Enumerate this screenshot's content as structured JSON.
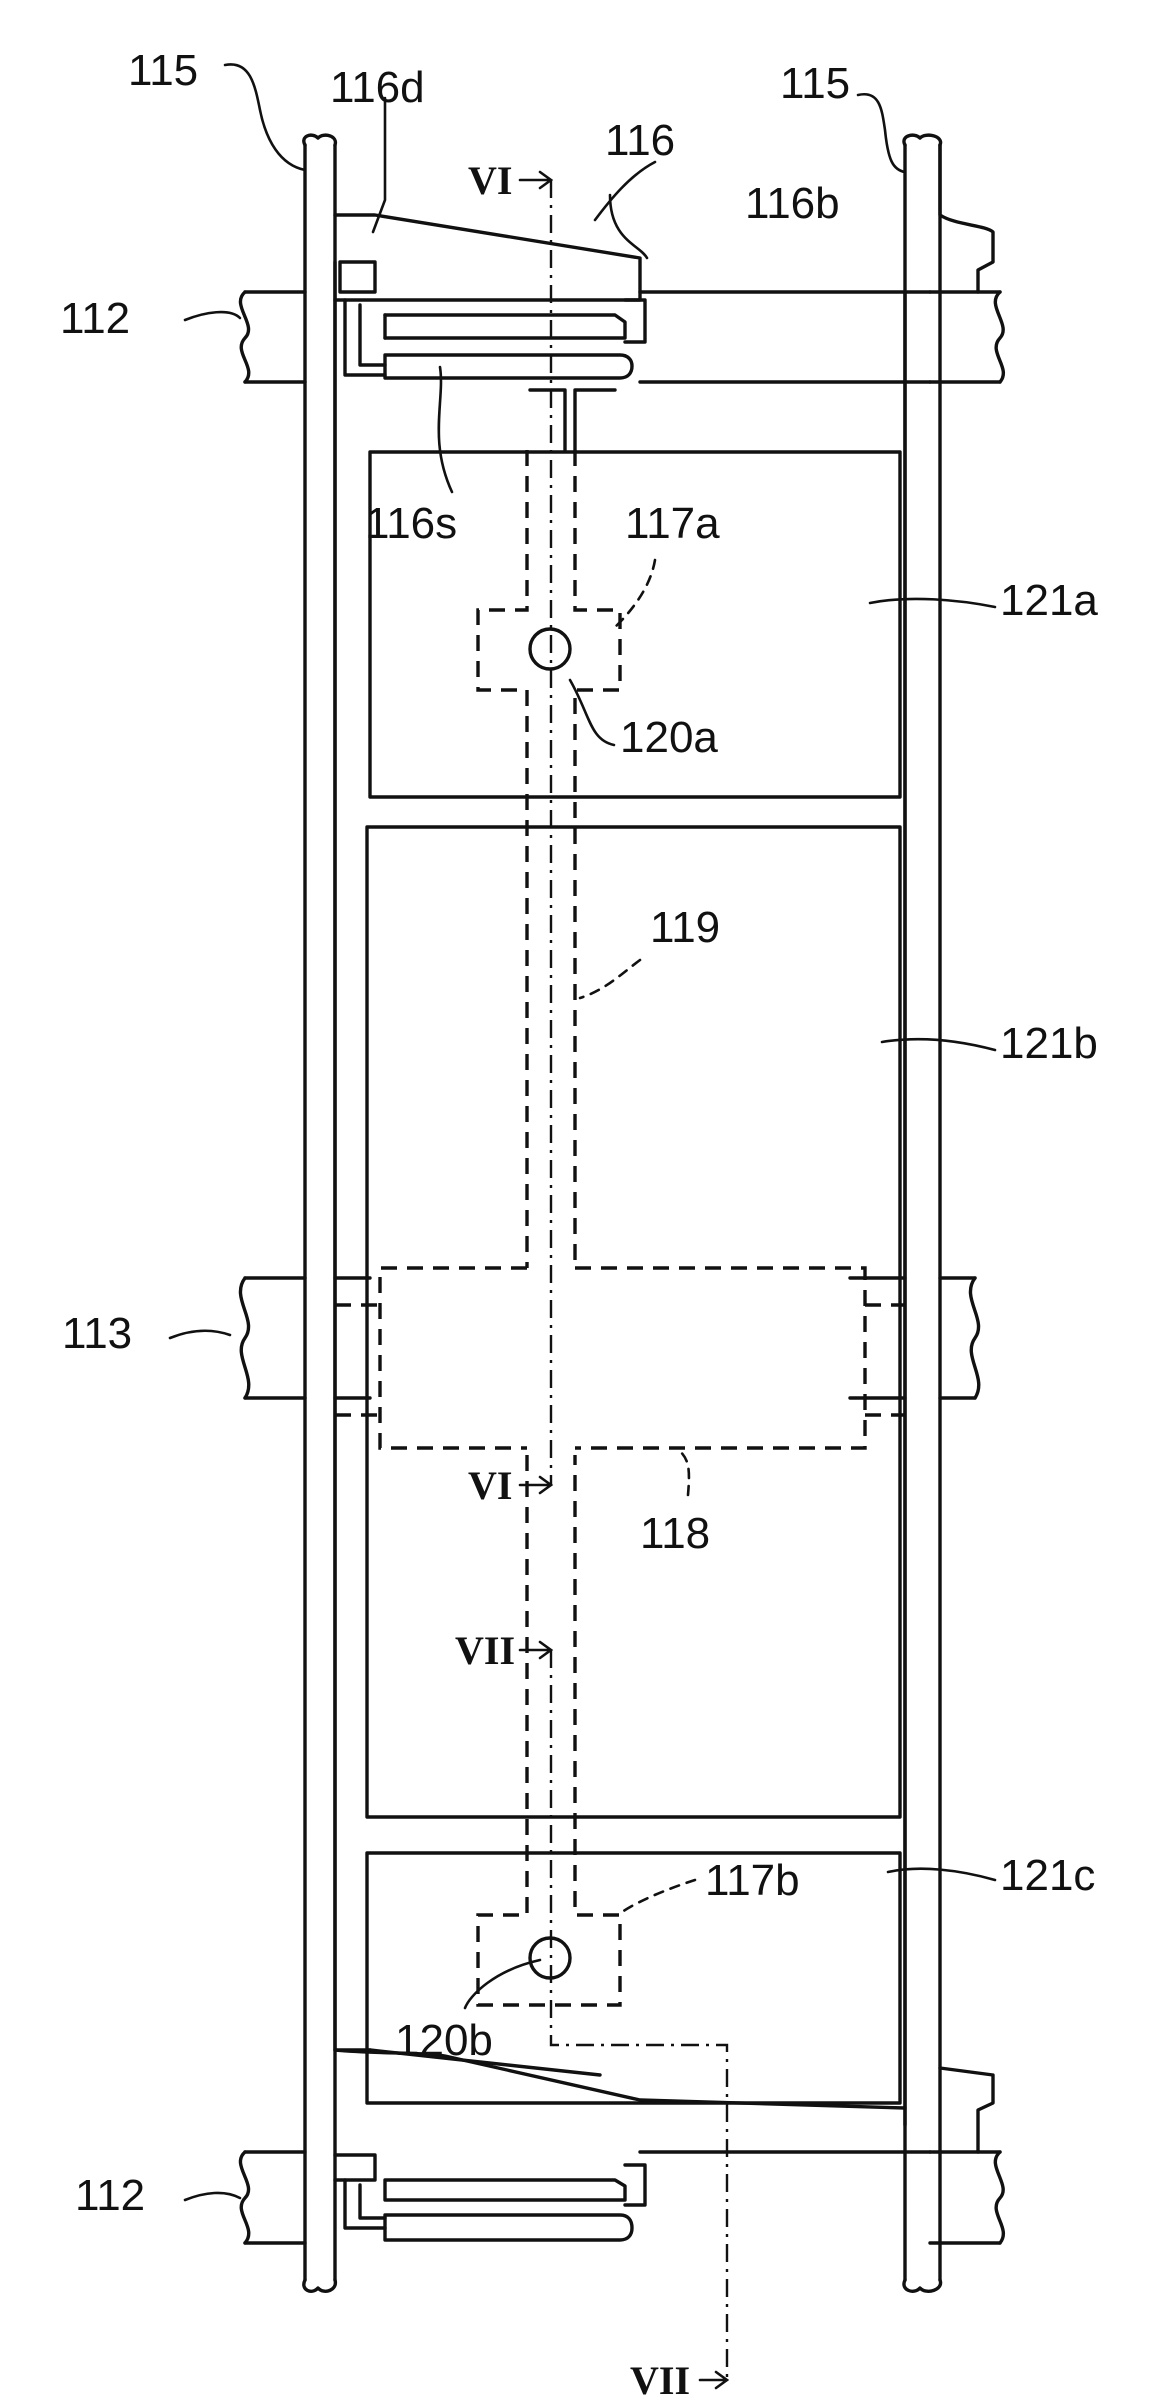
{
  "figure": {
    "labels": {
      "l115_left": "115",
      "l115_right": "115",
      "l116d": "116d",
      "l116": "116",
      "l116b": "116b",
      "l112_top": "112",
      "l116s": "116s",
      "l117a": "117a",
      "l121a": "121a",
      "l120a": "120a",
      "l119": "119",
      "l121b": "121b",
      "l113": "113",
      "l118": "118",
      "l121c": "121c",
      "l117b": "117b",
      "l120b": "120b",
      "l112_bottom": "112"
    },
    "section_marks": {
      "vi_top": "VI",
      "vi_bottom": "VI",
      "vii_top": "VII",
      "vii_bottom": "VII"
    }
  }
}
